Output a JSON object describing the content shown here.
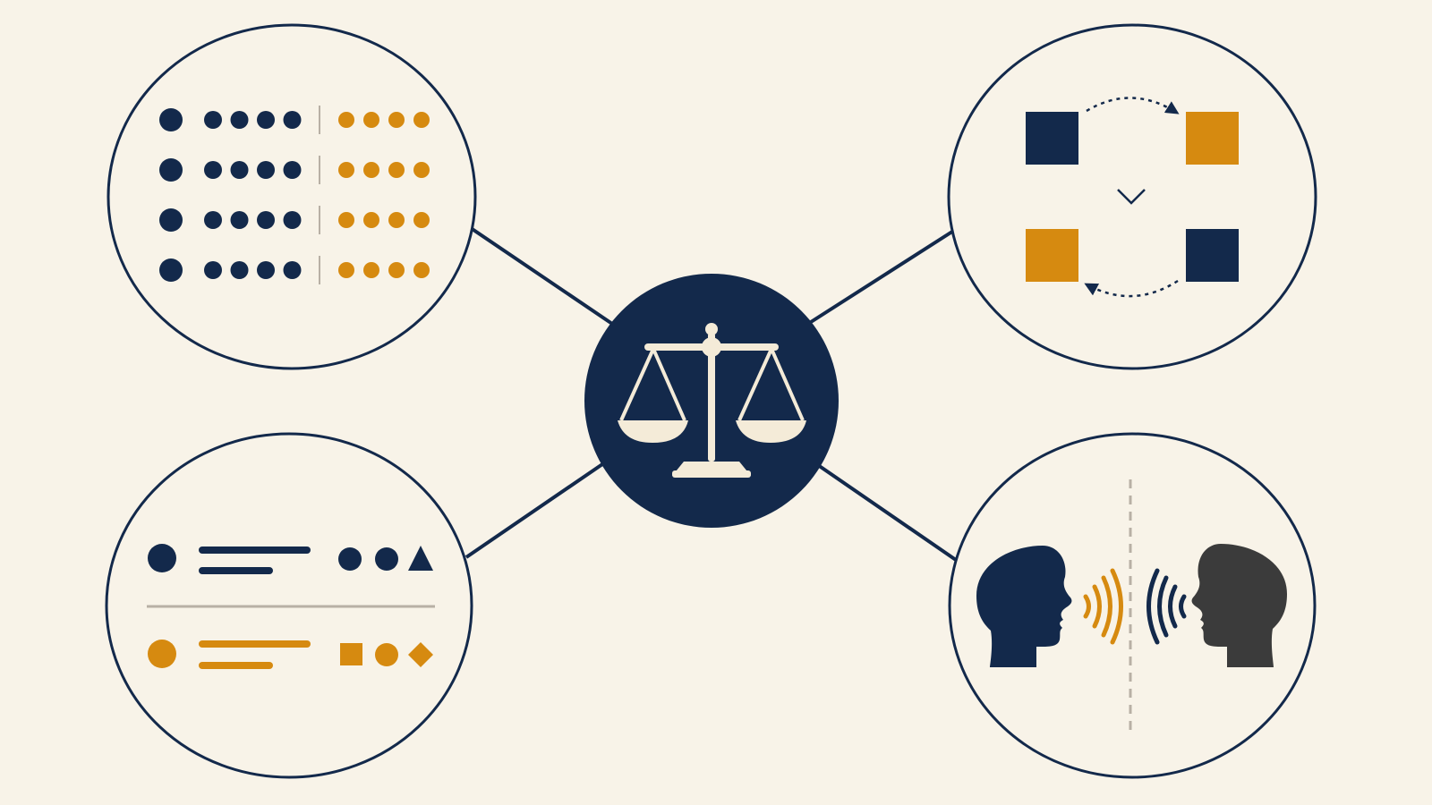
{
  "colors": {
    "background": "#f8f3e8",
    "navy": "#13294b",
    "gold": "#d68a10",
    "cream": "#f4ebd8",
    "dark_gray": "#3b3b3b",
    "rule_gray": "#b8b0a5"
  },
  "diagram": {
    "center": {
      "icon": "scales-of-justice-icon"
    },
    "nodes": [
      {
        "id": "top-left",
        "icon": "dot-matrix-comparison-icon",
        "left_group": {
          "rows": 4,
          "large_dot": 1,
          "small_dots": 4,
          "color": "navy"
        },
        "right_group": {
          "rows": 4,
          "dots": 4,
          "color": "gold"
        }
      },
      {
        "id": "top-right",
        "icon": "square-swap-icon",
        "top_row": [
          "navy",
          "gold"
        ],
        "bottom_row": [
          "gold",
          "navy"
        ]
      },
      {
        "id": "bottom-left",
        "icon": "shape-list-comparison-icon",
        "rows": [
          {
            "color": "navy",
            "shapes": [
              "circle",
              "circle",
              "triangle"
            ]
          },
          {
            "color": "gold",
            "shapes": [
              "square",
              "circle",
              "diamond"
            ]
          }
        ]
      },
      {
        "id": "bottom-right",
        "icon": "two-speakers-icon",
        "left_head_color": "navy",
        "left_wave_color": "gold",
        "right_head_color": "dark_gray",
        "right_wave_color": "navy"
      }
    ]
  }
}
